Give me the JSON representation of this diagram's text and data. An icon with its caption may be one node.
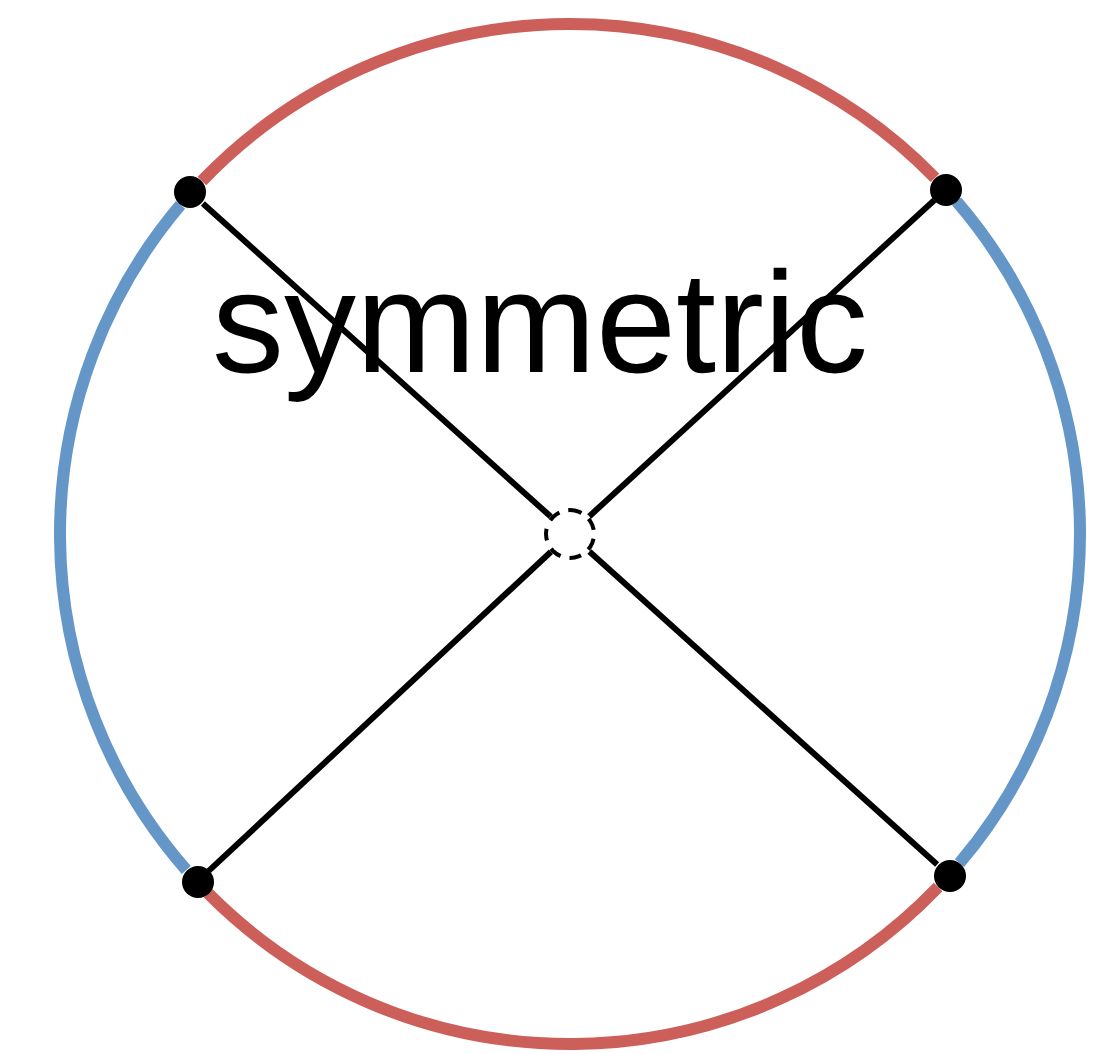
{
  "diagram": {
    "nodes": [
      {
        "text": [],
        "shape": "circle"
      },
      {
        "text": [],
        "shape": "circle"
      },
      {
        "text": [],
        "shape": "circle"
      },
      {
        "text": [],
        "shape": "circle"
      },
      {
        "text": [],
        "shape": "circle"
      }
    ],
    "edges": [
      {
        "from": 0,
        "to": 4,
        "arrow": "none"
      },
      {
        "from": 1,
        "to": 4,
        "arrow": "none"
      },
      {
        "from": 2,
        "to": 4,
        "arrow": "none"
      },
      {
        "from": 3,
        "to": 4,
        "arrow": "none"
      },
      {
        "from": 0,
        "to": 1,
        "arrow": "none",
        "style": "thick",
        "color": "#cd5f5a"
      },
      {
        "from": 1,
        "to": 3,
        "arrow": "none",
        "style": "thick",
        "color": "#6496c8"
      },
      {
        "from": 3,
        "to": 2,
        "arrow": "none",
        "style": "thick",
        "color": "#cd5f5a"
      },
      {
        "from": 2,
        "to": 0,
        "arrow": "none",
        "style": "thick",
        "color": "#6496c8"
      }
    ],
    "labels": [
      "symmetric"
    ]
  }
}
